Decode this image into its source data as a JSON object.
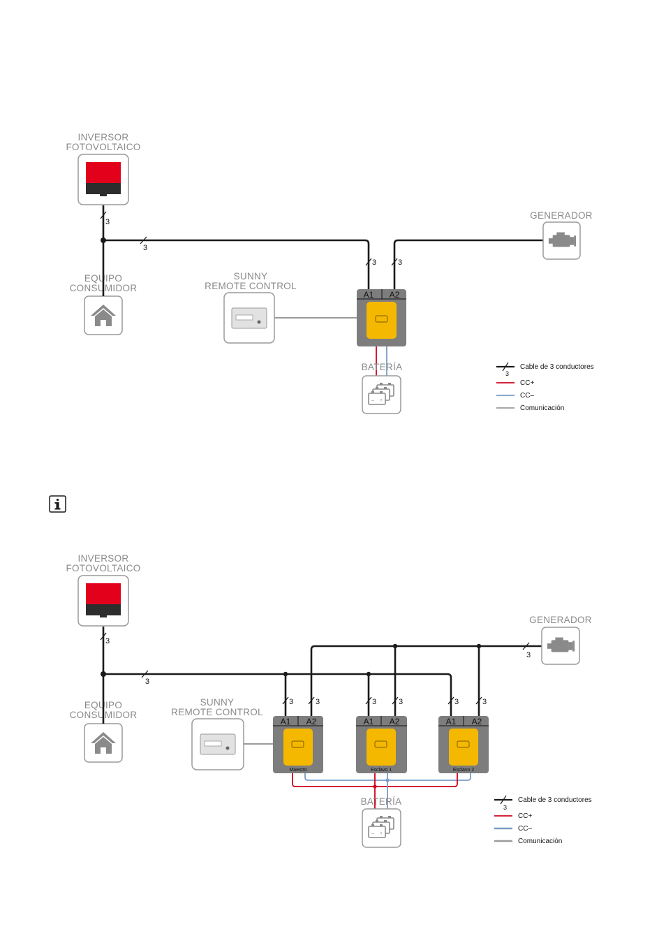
{
  "colors": {
    "ac_cable": "#1a1a1a",
    "dc_plus": "#d0021b",
    "dc_minus": "#7a9cc6",
    "communication": "#9b9b9b",
    "inverter_red": "#e2001a",
    "storage_yellow": "#f5b800",
    "storage_grey": "#7d7d7d"
  },
  "diagram1": {
    "pv_inverter_label": [
      "INVERSOR",
      "FOTOVOLTAICO"
    ],
    "load_label": [
      "EQUIPO",
      "CONSUMIDOR"
    ],
    "remote_label": [
      "SUNNY",
      "REMOTE CONTROL"
    ],
    "generator_label": "GENERADOR",
    "battery_label": "BATERÍA",
    "port_a1": "A1",
    "port_a2": "A2",
    "conductor_count": "3"
  },
  "info_icon": "info-icon",
  "diagram2": {
    "pv_inverter_label": [
      "INVERSOR",
      "FOTOVOLTAICO"
    ],
    "load_label": [
      "EQUIPO",
      "CONSUMIDOR"
    ],
    "remote_label": [
      "SUNNY",
      "REMOTE CONTROL"
    ],
    "generator_label": "GENERADOR",
    "battery_label": "BATERÍA",
    "port_a1": "A1",
    "port_a2": "A2",
    "conductor_count": "3",
    "unit_master": "Maestro",
    "unit_slave1": "Esclavo 1",
    "unit_slave2": "Esclavo 2"
  },
  "legend": {
    "three_conductor": "Cable de 3 conductores",
    "dc_plus": "CC+",
    "dc_minus": "CC–",
    "communication": "Comunicación"
  }
}
